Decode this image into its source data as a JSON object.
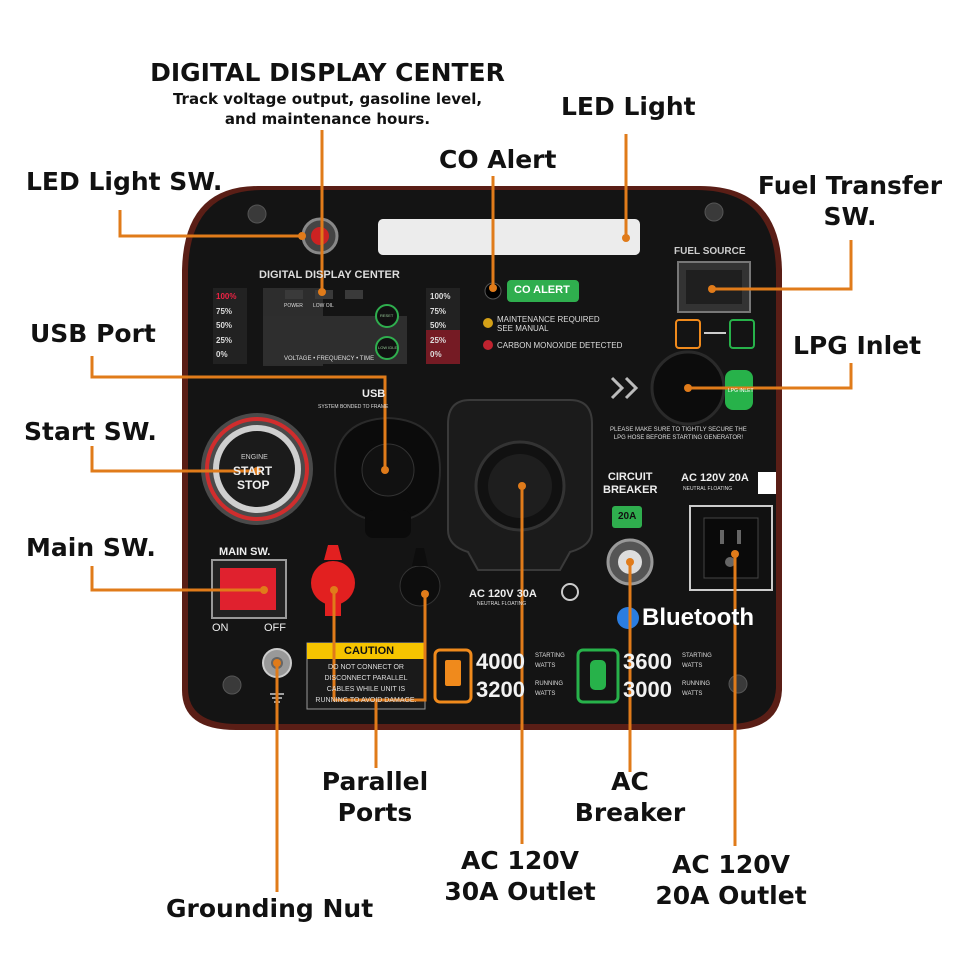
{
  "callouts": {
    "digital_display": "DIGITAL DISPLAY CENTER",
    "digital_display_sub1": "Track voltage output, gasoline level,",
    "digital_display_sub2": "and maintenance hours.",
    "led_light": "LED Light",
    "co_alert": "CO Alert",
    "led_light_sw": "LED Light SW.",
    "fuel_transfer_1": "Fuel Transfer",
    "fuel_transfer_2": "SW.",
    "usb_port": "USB Port",
    "lpg_inlet": "LPG Inlet",
    "start_sw": "Start SW.",
    "main_sw": "Main SW.",
    "parallel_1": "Parallel",
    "parallel_2": "Ports",
    "ac_breaker_1": "AC",
    "ac_breaker_2": "Breaker",
    "ac30_1": "AC 120V",
    "ac30_2": "30A Outlet",
    "ac20_1": "AC 120V",
    "ac20_2": "20A Outlet",
    "grounding_nut": "Grounding Nut"
  },
  "panel": {
    "display_title": "DIGITAL DISPLAY CENTER",
    "gas_levels": [
      "100%",
      "75%",
      "50%",
      "25%",
      "0%"
    ],
    "lpg_levels": [
      "100%",
      "75%",
      "50%",
      "25%",
      "0%"
    ],
    "indicator_power": "POWER",
    "indicator_low_oil": "LOW OIL",
    "reset_label": "RESET",
    "low_idle_label": "LOW IDLE",
    "display_footer": "VOLTAGE • FREQUENCY • TIME",
    "co_alert_badge": "CO ALERT",
    "maintenance_required_1": "MAINTENANCE REQUIRED",
    "maintenance_required_2": "SEE MANUAL",
    "co_detected": "CARBON MONOXIDE DETECTED",
    "fuel_source": "FUEL SOURCE",
    "usb_label": "USB",
    "usb_note": "SYSTEM BONDED TO FRAME",
    "engine": "ENGINE",
    "start": "START",
    "stop": "STOP",
    "main_sw": "MAIN SW.",
    "on": "ON",
    "off": "OFF",
    "lpg_note_1": "PLEASE MAKE SURE TO TIGHTLY SECURE THE",
    "lpg_note_2": "LPG HOSE BEFORE STARTING GENERATOR!",
    "lpg_inlet": "LPG INLET",
    "circuit": "CIRCUIT",
    "breaker": "BREAKER",
    "breaker_rating": "20A",
    "ac20_label": "AC 120V 20A",
    "ac20_sub": "NEUTRAL FLOATING",
    "ac30_label": "AC 120V 30A",
    "ac30_sub": "NEUTRAL FLOATING",
    "bluetooth": "Bluetooth",
    "caution": "CAUTION",
    "caution_1": "DO NOT CONNECT OR",
    "caution_2": "DISCONNECT PARALLEL",
    "caution_3": "CABLES WHILE UNIT IS",
    "caution_4": "RUNNING TO AVOID DAMAGE.",
    "gas_starting": "4000",
    "gas_running": "3200",
    "lpg_starting": "3600",
    "lpg_running": "3000",
    "starting_watts_1": "STARTING",
    "starting_watts_2": "WATTS",
    "running_watts_1": "RUNNING",
    "running_watts_2": "WATTS"
  },
  "colors": {
    "leader": "#e07b1a",
    "panel": "#141414",
    "panel_rim": "#7a2a1f",
    "co_green": "#2fae4e",
    "bluetooth_blue": "#2a7de1",
    "gas_orange": "#f08a1c",
    "lpg_green": "#27b24a",
    "main_sw_red": "#e0212e"
  },
  "icons": [
    "power-indicator-icon",
    "bluetooth-icon",
    "gas-pump-icon",
    "lpg-tank-icon",
    "ground-symbol-icon",
    "outlet-icon"
  ]
}
